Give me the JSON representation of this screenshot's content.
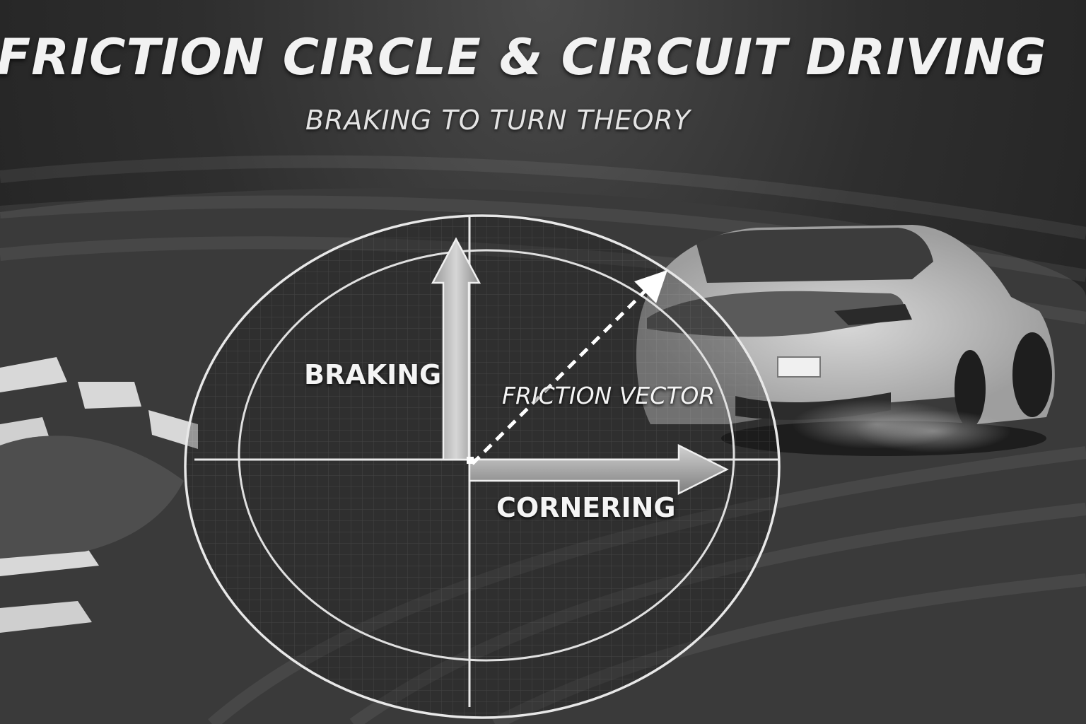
{
  "header": {
    "title": "FRICTION CIRCLE & CIRCUIT DRIVING",
    "subtitle": "BRAKING TO TURN THEORY"
  },
  "diagram": {
    "braking_label": "BRAKING",
    "vector_label": "FRICTION VECTOR",
    "cornering_label": "CORNERING"
  },
  "colors": {
    "line": "#e8e8e8",
    "text": "#f4f4f4",
    "arrow_fill": "#bdbdbd"
  }
}
